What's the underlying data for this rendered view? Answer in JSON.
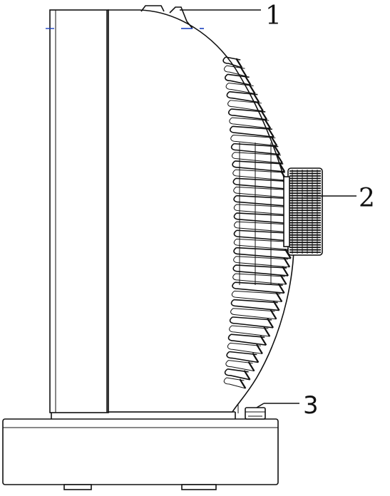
{
  "callouts": [
    {
      "label": "1",
      "part": "top-control"
    },
    {
      "label": "2",
      "part": "rear-knob"
    },
    {
      "label": "3",
      "part": "base-button"
    }
  ],
  "colors": {
    "line": "#111111",
    "accent": "#1a3fbf",
    "background": "#ffffff"
  },
  "grille": {
    "slat_count": 38
  },
  "knob": {
    "ridge_count": 34
  }
}
